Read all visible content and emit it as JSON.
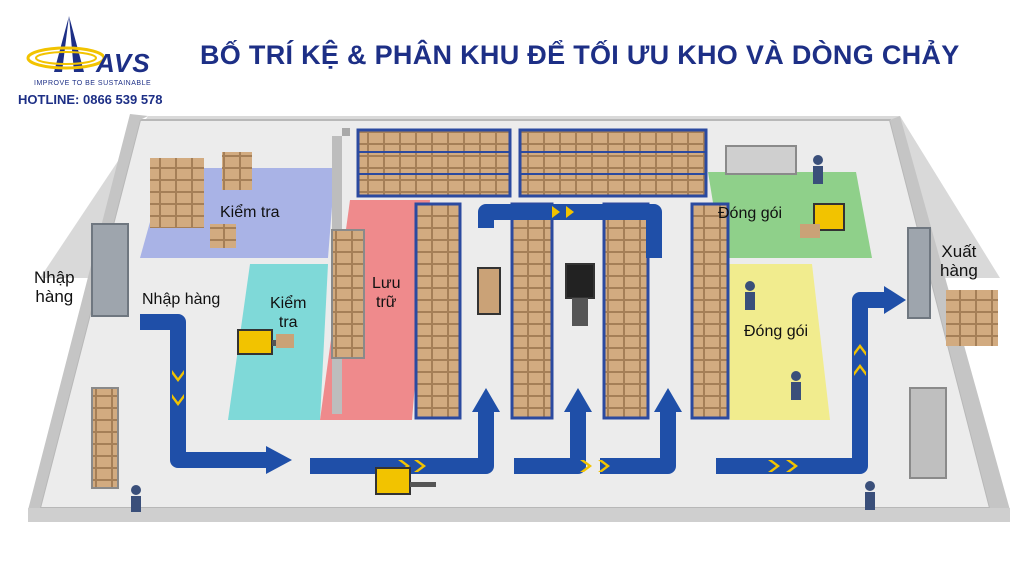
{
  "brand": {
    "name": "AVS",
    "tagline": "IMPROVE TO BE SUSTAINABLE",
    "hotline": "HOTLINE: 0866 539 578"
  },
  "title": "BỐ TRÍ KỆ & PHÂN KHU ĐỂ TỐI ƯU KHO VÀ DÒNG CHẢY",
  "zones": {
    "receiving_outside": "Nhập\nhàng",
    "receiving_inside": "Nhập hàng",
    "inspection_1": "Kiểm tra",
    "inspection_2": "Kiểm\ntra",
    "storage": "Lưu\ntrữ",
    "packing_1": "Đóng gói",
    "packing_2": "Đóng gói",
    "shipping": "Xuất\nhàng"
  },
  "colors": {
    "title": "#1d2f86",
    "inspection_zone": "#a9b3e6",
    "inspection_zone_2": "#7fd9d8",
    "storage_zone": "#ef8a8c",
    "packing_zone": "#8fd08a",
    "packing_zone_2": "#f1ec8e",
    "flow_arrow": "#1f4fa8",
    "chevron": "#f2c300",
    "rack_frame": "#2b4aa0",
    "box": "#caa277"
  },
  "icons": [
    "logo-icon",
    "forklift-icon",
    "pallet-jack-icon",
    "worker-icon",
    "flow-arrow-icon"
  ]
}
